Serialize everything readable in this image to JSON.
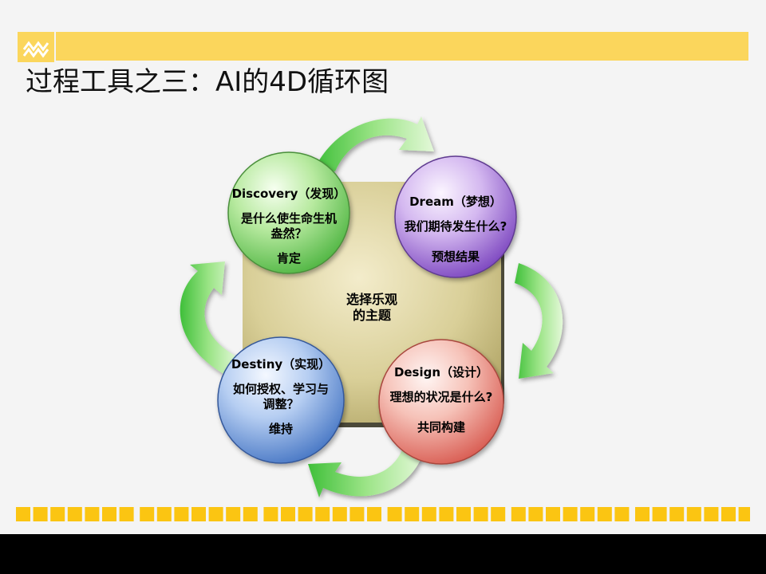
{
  "slide": {
    "title": "过程工具之三：AI的4D循环图"
  },
  "diagram": {
    "center": {
      "lines": [
        "选择乐观",
        "的主题"
      ]
    },
    "circles": [
      {
        "key": "discovery",
        "title": "Discovery（发现）",
        "question": [
          "是什么使生命生机",
          "盎然？"
        ],
        "result": "肯定",
        "color": "#5cc44a"
      },
      {
        "key": "dream",
        "title": "Dream（梦想）",
        "question": [
          "我们期待发生什么?"
        ],
        "result": "预想结果",
        "color": "#8a55c8"
      },
      {
        "key": "design",
        "title": "Design（设计）",
        "question": [
          "理想的状况是什么?"
        ],
        "result": "共同构建",
        "color": "#e2675e"
      },
      {
        "key": "destiny",
        "title": "Destiny（实现）",
        "question": [
          "如何授权、学习与",
          "调整？"
        ],
        "result": "维持",
        "color": "#4f7fc8"
      }
    ]
  },
  "colors": {
    "header_bar": "#fbd65c",
    "footer_squares": "#fbc512",
    "arrow": "#6fd15a",
    "center_square": "#c9bf82",
    "background": "#f4f4f4"
  },
  "icons": {
    "logo": "mountain-logo-icon"
  }
}
